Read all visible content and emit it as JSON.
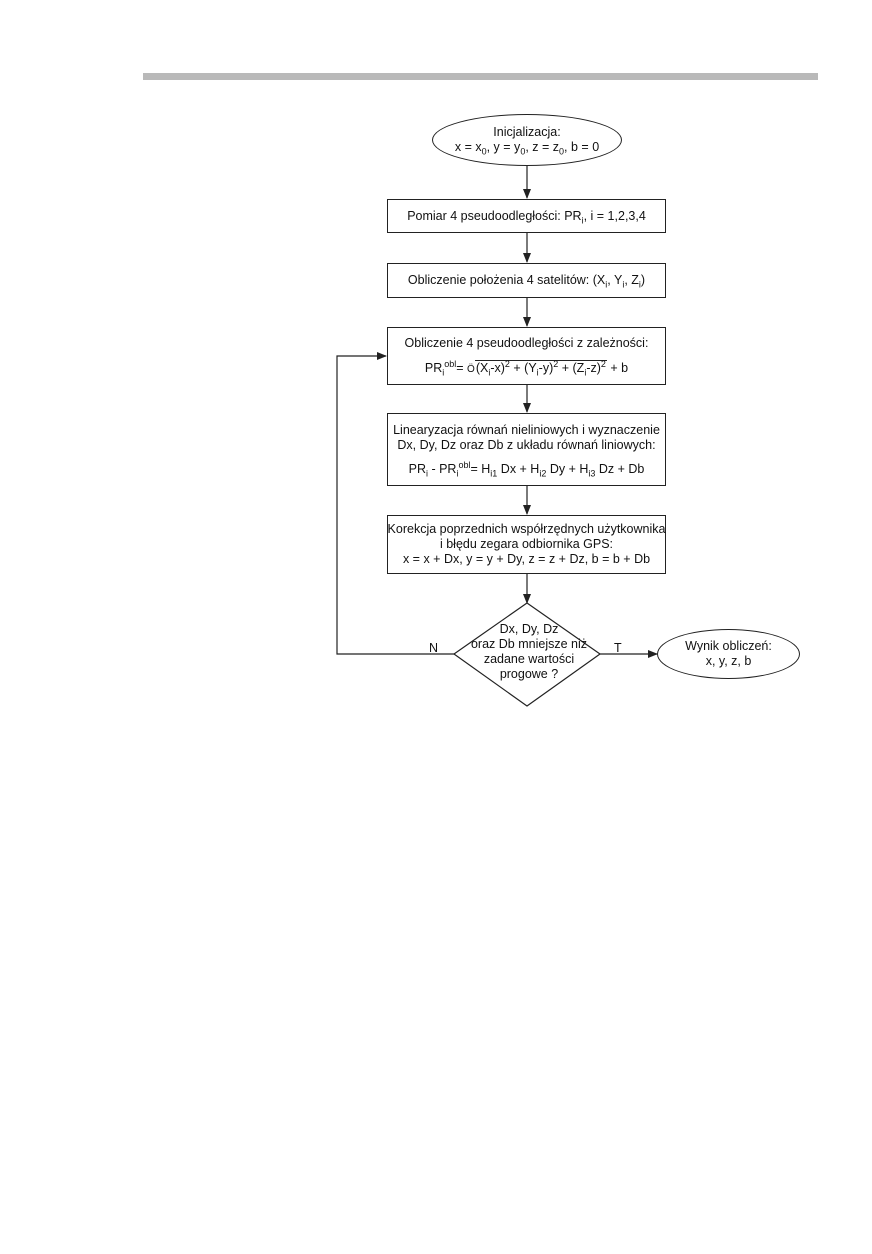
{
  "nodes": {
    "init": {
      "line1": "Inicjalizacja:",
      "p1": "x = x",
      "s1": "0",
      "p2": ", y = y",
      "s2": "0",
      "p3": ", z = z",
      "s3": "0",
      "p4": ", b = 0"
    },
    "measure": {
      "t1": "Pomiar 4 pseudoodległości: PR",
      "s1": "i",
      "t2": ", i = 1,2,3,4"
    },
    "satpos": {
      "t1": "Obliczenie położenia 4 satelitów:  (X",
      "s1": "i",
      "t2": ", Y",
      "s2": "i",
      "t3": ", Z",
      "s3": "i",
      "t4": ")"
    },
    "pseudo": {
      "line1": "Obliczenie 4 pseudoodległości z zależności:",
      "pr": "PR",
      "pr_sub": "i",
      "pr_sup": "obl",
      "eq": "= ",
      "sqrt": "Ö",
      "r1": "(X",
      "r1s": "i",
      "r2": "-x)",
      "r2p": "2",
      "r3": "+ (Y",
      "r3s": "i",
      "r4": "-y)",
      "r4p": "2",
      "r5": "+ (Z",
      "r5s": "i",
      "r6": "-z)",
      "r6p": "2",
      "tail": "+ b"
    },
    "linear": {
      "line1": "Linearyzacja równań nieliniowych i wyznaczenie",
      "line2": "Dx, Dy, Dz oraz Db z układu równań liniowych:",
      "a1": "PR",
      "a1s": "i",
      "a2": " - PR",
      "a2s": "i",
      "a2p": "obl",
      "a3": "= H",
      "a3s": "i1",
      "a4": " Dx + H",
      "a4s": "i2",
      "a5": " Dy + H",
      "a5s": "i3",
      "a6": " Dz + Db"
    },
    "correct": {
      "line1": "Korekcja poprzednich współrzędnych użytkownika",
      "line2": "i błędu zegara odbiornika GPS:",
      "line3": "x = x + Dx, y = y + Dy, z = z + Dz, b = b + Db"
    },
    "decision": {
      "line1": "Dx, Dy, Dz",
      "line2": "oraz Db mniejsze niż",
      "line3": "zadane wartości",
      "line4": "progowe ?"
    },
    "result": {
      "line1": "Wynik obliczeń:",
      "line2": "x, y, z, b"
    }
  },
  "edges": {
    "no_label": "N",
    "yes_label": "T"
  }
}
